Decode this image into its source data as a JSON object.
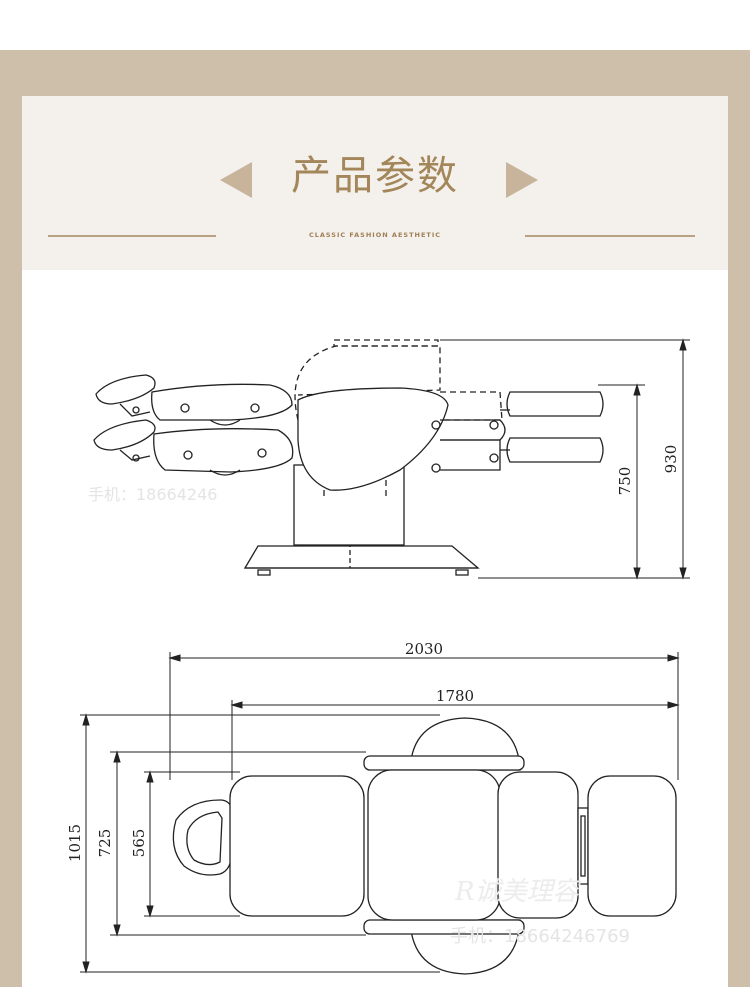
{
  "header": {
    "title": "产品参数",
    "subtitle": "CLASSIC FASHION AESTHETIC"
  },
  "side_view": {
    "dimensions": {
      "total_height": "930",
      "seat_height": "750"
    }
  },
  "top_view": {
    "dimensions": {
      "overall_length": "2030",
      "body_length": "1780",
      "overall_width": "1015",
      "armrest_width": "725",
      "seat_width": "565"
    }
  },
  "watermark": {
    "phone_left": "手机：18664246",
    "brand": "R诚美理容",
    "phone_right": "手机：18664246769"
  },
  "colors": {
    "frame": "#cdbfaa",
    "header_band": "#f4f1ec",
    "accent": "#a3865a"
  }
}
